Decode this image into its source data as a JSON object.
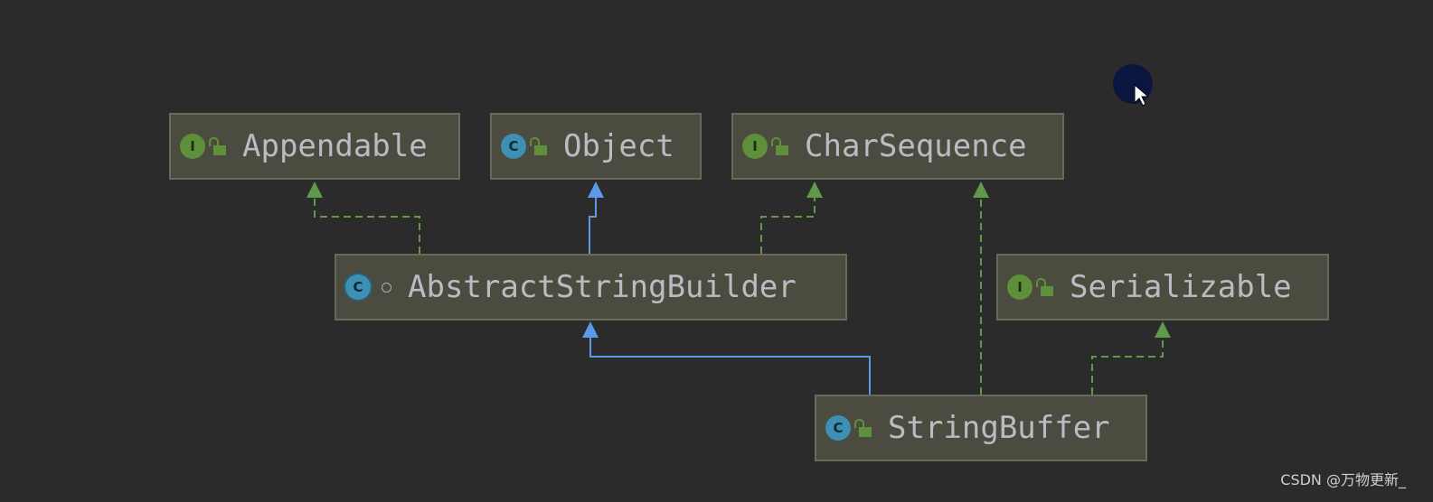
{
  "nodes": {
    "appendable": {
      "name": "Appendable",
      "kind": "interface",
      "kind_letter": "I"
    },
    "object": {
      "name": "Object",
      "kind": "class",
      "kind_letter": "C"
    },
    "charsequence": {
      "name": "CharSequence",
      "kind": "interface",
      "kind_letter": "I"
    },
    "abstractstringbuilder": {
      "name": "AbstractStringBuilder",
      "kind": "abstract-class",
      "kind_letter": "C"
    },
    "serializable": {
      "name": "Serializable",
      "kind": "interface",
      "kind_letter": "I"
    },
    "stringbuffer": {
      "name": "StringBuffer",
      "kind": "final-class",
      "kind_letter": "C"
    }
  },
  "edges": [
    {
      "from": "abstractstringbuilder",
      "to": "appendable",
      "type": "implements"
    },
    {
      "from": "abstractstringbuilder",
      "to": "object",
      "type": "extends"
    },
    {
      "from": "abstractstringbuilder",
      "to": "charsequence",
      "type": "implements"
    },
    {
      "from": "stringbuffer",
      "to": "abstractstringbuilder",
      "type": "extends"
    },
    {
      "from": "stringbuffer",
      "to": "charsequence",
      "type": "implements"
    },
    {
      "from": "stringbuffer",
      "to": "serializable",
      "type": "implements"
    }
  ],
  "colors": {
    "background": "#2b2b2b",
    "node_fill": "#4b4b3f",
    "extends_edge": "#5a9ae6",
    "implements_edge": "#5f9a4a"
  },
  "watermark": "CSDN @万物更新_",
  "cursor_icon": "mouse-pointer-icon"
}
